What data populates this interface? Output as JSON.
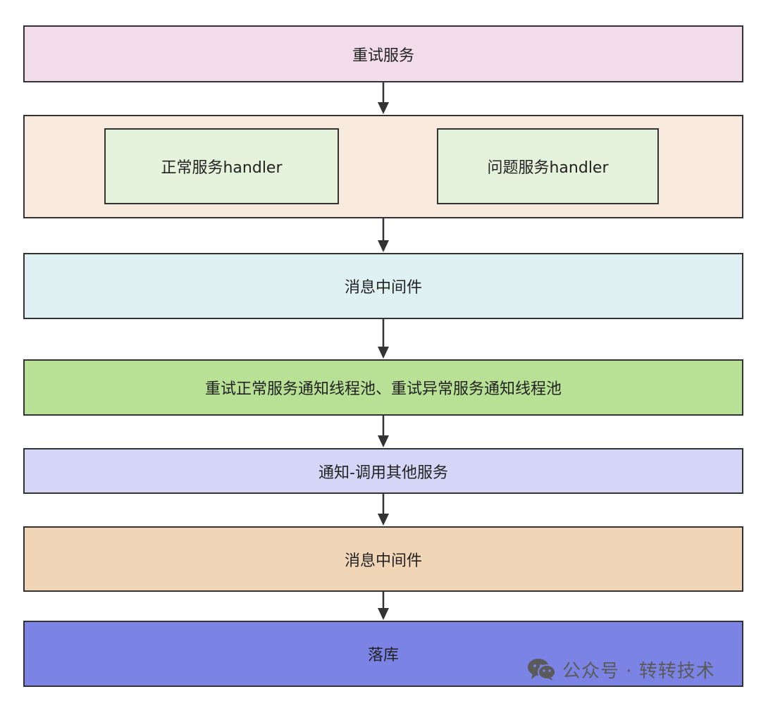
{
  "colors": {
    "retry_fill": "#f3dcea",
    "handlers_fill": "#f8eadd",
    "inner_fill": "#e6f3dc",
    "mq1_fill": "#dff1f3",
    "pools_fill": "#b9e196",
    "notify_fill": "#d5d6f7",
    "mq2_fill": "#f0d5b6",
    "store_fill": "#7b84e4",
    "border": "#333333"
  },
  "nodes": {
    "retry_service": "重试服务",
    "normal_handler": "正常服务handler",
    "problem_handler": "问题服务handler",
    "message_middleware_1": "消息中间件",
    "thread_pools": "重试正常服务通知线程池、重试异常服务通知线程池",
    "notify_call": "通知-调用其他服务",
    "message_middleware_2": "消息中间件",
    "persist": "落库"
  },
  "watermark": {
    "icon": "wechat-icon",
    "text": "公众号 · 转转技术"
  }
}
